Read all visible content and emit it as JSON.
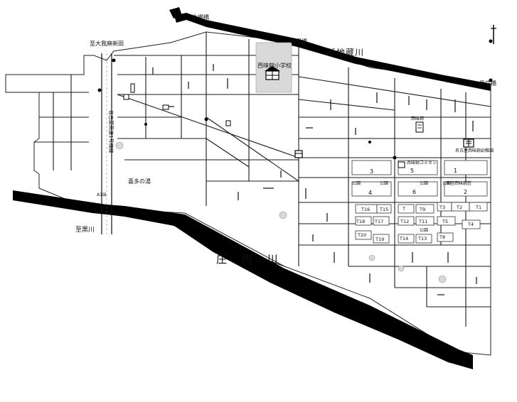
{
  "labels": {
    "bridge_nw": "生棚橋",
    "bridge_n": "慈恩橋",
    "bridge_ne": "男信橋",
    "river_north": "新地蔵川",
    "river_south": "庄 内 川",
    "to_north": "至大我麻新田",
    "to_south": "至黒川",
    "expressway": "名古屋高速1号楠線",
    "school": "西味鋺小学校",
    "center": "西味鋺コミセン",
    "kindergarten": "名古屋西味鋺幼稚園",
    "bath": "喜多の湯",
    "west_facility": "西味鋺",
    "exit": "A1出",
    "nishi_mikan_so": "市営西味鋺荘"
  },
  "colors": {
    "river": "#000000",
    "road": "#ffffff",
    "line": "#1a1a1a"
  },
  "parks": [
    {
      "label": "公園"
    },
    {
      "label": "公園"
    },
    {
      "label": "公園"
    },
    {
      "label": "公園"
    },
    {
      "label": "公園"
    }
  ],
  "blocks": [
    {
      "label": "1"
    },
    {
      "label": "2"
    },
    {
      "label": "3"
    },
    {
      "label": "4"
    },
    {
      "label": "5"
    },
    {
      "label": "6"
    }
  ],
  "lots": [
    {
      "label": "T1"
    },
    {
      "label": "T2"
    },
    {
      "label": "T3"
    },
    {
      "label": "T4"
    },
    {
      "label": "T5"
    },
    {
      "label": "T8"
    },
    {
      "label": "T9"
    },
    {
      "label": "T11"
    },
    {
      "label": "T12"
    },
    {
      "label": "T13"
    },
    {
      "label": "T14"
    },
    {
      "label": "T15"
    },
    {
      "label": "T16"
    },
    {
      "label": "T17"
    },
    {
      "label": "T18"
    },
    {
      "label": "T19"
    },
    {
      "label": "T20"
    },
    {
      "label": "T"
    }
  ],
  "icons": [
    "school-icon",
    "kindergarten-icon",
    "shrine-icon",
    "temple-icon",
    "bus-stop-icon",
    "community-center-icon"
  ]
}
